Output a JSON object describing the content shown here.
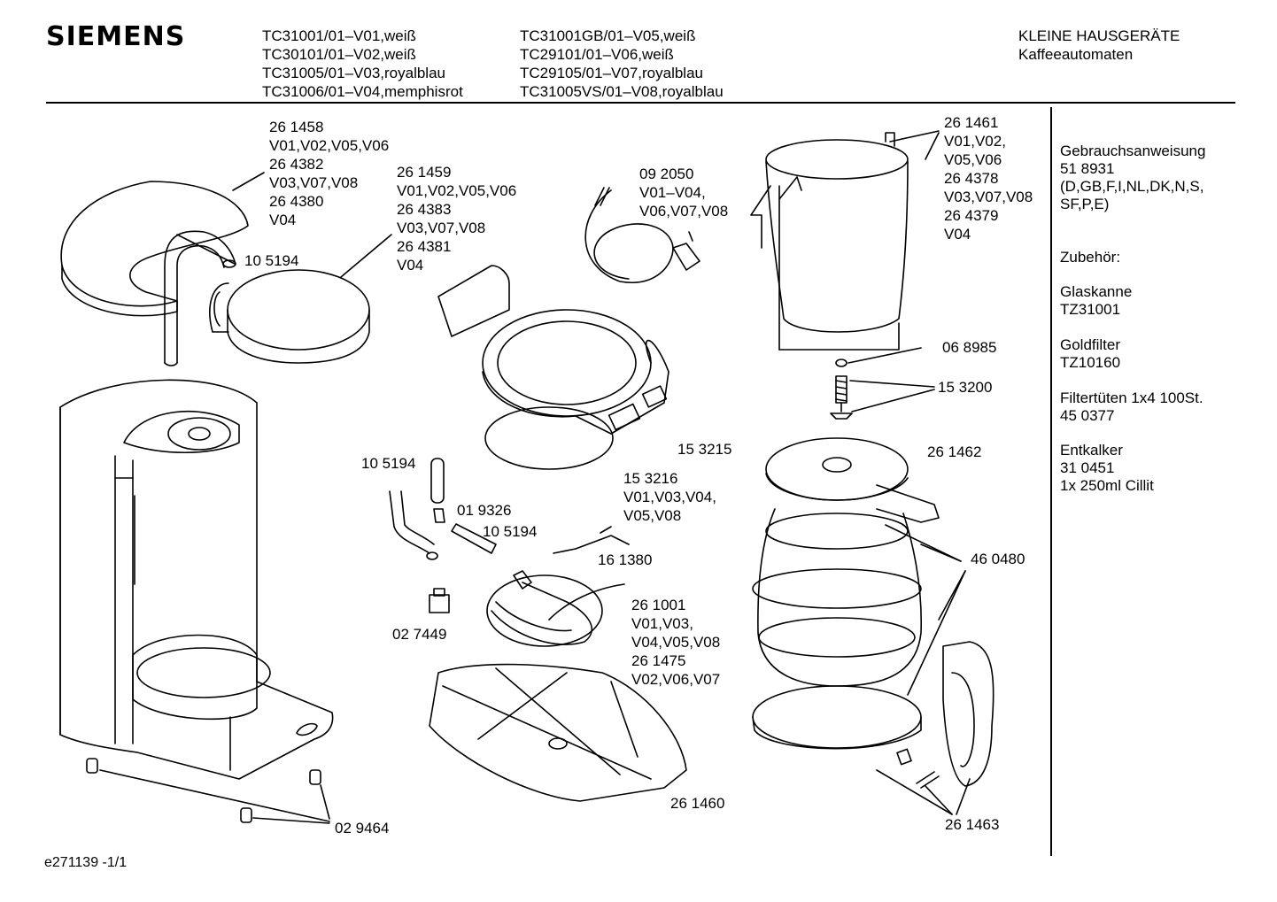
{
  "header": {
    "brand": "SIEMENS",
    "models_col1": [
      "TC31001/01–V01,weiß",
      "TC30101/01–V02,weiß",
      "TC31005/01–V03,royalblau",
      "TC31006/01–V04,memphisrot"
    ],
    "models_col2": [
      "TC31001GB/01–V05,weiß",
      "TC29101/01–V06,weiß",
      "TC29105/01–V07,royalblau",
      "TC31005VS/01–V08,royalblau"
    ],
    "category": "KLEINE HAUSGERÄTE",
    "subcategory": "Kaffeeautomaten"
  },
  "sidebar": {
    "manual_title": "Gebrauchsanweisung",
    "manual_number": "51 8931",
    "manual_lang_1": "(D,GB,F,I,NL,DK,N,S,",
    "manual_lang_2": "SF,P,E)",
    "accessories_title": "Zubehör:",
    "carafe_name": "Glaskanne",
    "carafe_number": "TZ31001",
    "goldfilter_name": "Goldfilter",
    "goldfilter_number": "TZ10160",
    "filterpaper_name": "Filtertüten 1x4 100St.",
    "filterpaper_number": "45 0377",
    "descaler_name": "Entkalker",
    "descaler_number": "31 0451",
    "descaler_detail": "1x 250ml Cillit"
  },
  "parts": {
    "p261458": [
      "26 1458",
      "V01,V02,V05,V06",
      "26 4382",
      "V03,V07,V08",
      "26 4380",
      "V04"
    ],
    "p261459": [
      "26 1459",
      "V01,V02,V05,V06",
      "26 4383",
      "V03,V07,V08",
      "26 4381",
      "V04"
    ],
    "p092050": [
      "09 2050",
      "V01–V04,",
      "V06,V07,V08"
    ],
    "p261461": [
      "26 1461",
      "V01,V02,",
      "V05,V06",
      "26 4378",
      "V03,V07,V08",
      "26 4379",
      "V04"
    ],
    "p105194_a": "10 5194",
    "p068985": "06 8985",
    "p153200": "15 3200",
    "p153215": "15 3215",
    "p153216": [
      "15 3216",
      "V01,V03,V04,",
      "V05,V08"
    ],
    "p261462": "26 1462",
    "p105194_b": "10 5194",
    "p019326": "01 9326",
    "p105194_c": "10 5194",
    "p161380": "16 1380",
    "p460480": "46 0480",
    "p261001": [
      "26 1001",
      "V01,V03,",
      "V04,V05,V08",
      "26 1475",
      "V02,V06,V07"
    ],
    "p027449": "02 7449",
    "p261460": "26 1460",
    "p029464": "02 9464",
    "p261463": "26 1463"
  },
  "footer": {
    "drawing_id": "e271139 -1/1"
  }
}
